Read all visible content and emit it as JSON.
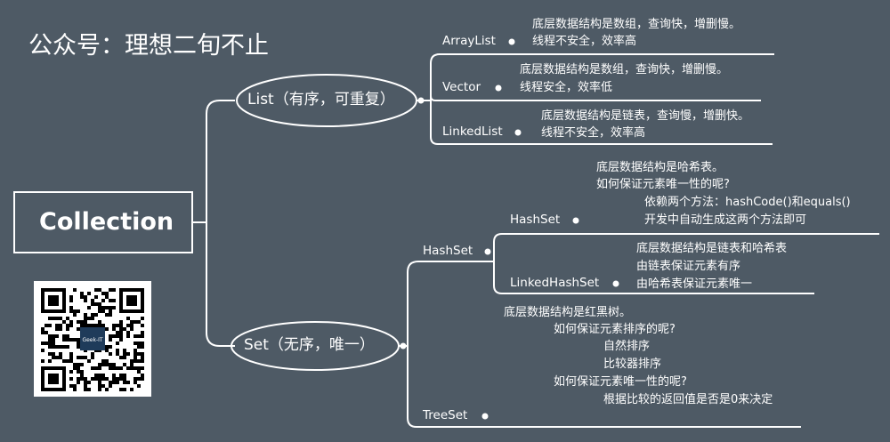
{
  "title": "公众号：理想二旬不止",
  "root": "Collection",
  "list": {
    "label": "List（有序，可重复）",
    "children": [
      {
        "name": "ArrayList",
        "notes": [
          "底层数据结构是数组，查询快，增删慢。",
          "线程不安全，效率高"
        ]
      },
      {
        "name": "Vector",
        "notes": [
          "底层数据结构是数组，查询快，增删慢。",
          "线程安全，效率低"
        ]
      },
      {
        "name": "LinkedList",
        "notes": [
          "底层数据结构是链表，查询慢，增删快。",
          "线程不安全，效率高"
        ]
      }
    ]
  },
  "set": {
    "label": "Set（无序，唯一）",
    "hashset_group": {
      "name": "HashSet",
      "children": [
        {
          "name": "HashSet",
          "notes": [
            "底层数据结构是哈希表。",
            "如何保证元素唯一性的呢?",
            "依赖两个方法：hashCode()和equals()",
            "开发中自动生成这两个方法即可"
          ]
        },
        {
          "name": "LinkedHashSet",
          "notes": [
            "底层数据结构是链表和哈希表",
            "由链表保证元素有序",
            "由哈希表保证元素唯一"
          ]
        }
      ]
    },
    "treeset": {
      "name": "TreeSet",
      "notes": [
        "底层数据结构是红黑树。",
        "如何保证元素排序的呢?",
        "自然排序",
        "比较器排序",
        "如何保证元素唯一性的呢?",
        "根据比较的返回值是否是0来决定"
      ]
    }
  },
  "qr_caption": "Geek-IT",
  "colors": {
    "background": "#4e5a65",
    "line": "#ffffff",
    "text": "#ffffff"
  }
}
